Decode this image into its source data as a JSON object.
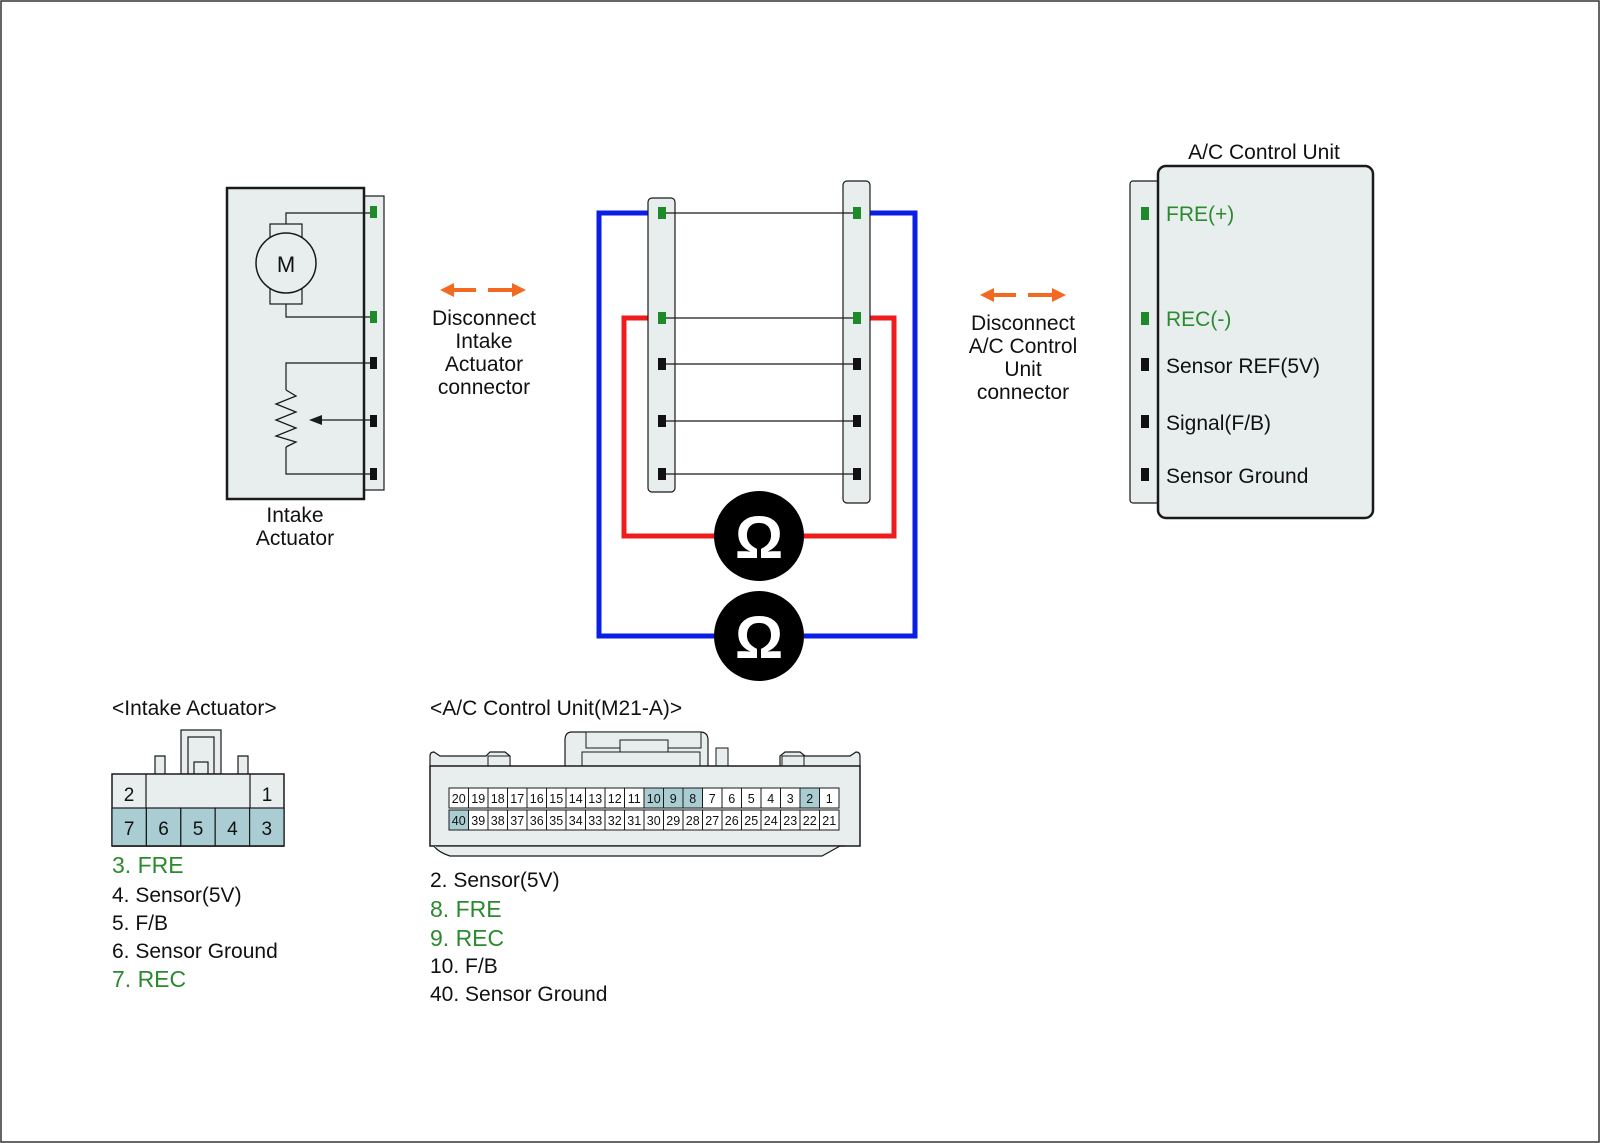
{
  "colors": {
    "box_fill": "#e8eeee",
    "stroke": "#1a1a1a",
    "pin_green": "#1d8a2a",
    "pin_black": "#111111",
    "wire_blue": "#0a1ee6",
    "wire_red": "#ee1c1c",
    "arrow_orange": "#f26a21",
    "text_green": "#2c8a2e",
    "highlight_cell": "#a9cdd3",
    "meter_fill": "#000000"
  },
  "actuator": {
    "motor_symbol": "M",
    "label_line1": "Intake",
    "label_line2": "Actuator"
  },
  "disconnect_left": {
    "line1": "Disconnect",
    "line2": "Intake",
    "line3": "Actuator",
    "line4": "connector"
  },
  "disconnect_right": {
    "line1": "Disconnect",
    "line2": "A/C Control",
    "line3": "Unit",
    "line4": "connector"
  },
  "acu": {
    "title": "A/C Control Unit",
    "pins": [
      {
        "label": "FRE(+)",
        "color": "green"
      },
      {
        "label": "REC(-)",
        "color": "green"
      },
      {
        "label": "Sensor REF(5V)",
        "color": "black"
      },
      {
        "label": "Signal(F/B)",
        "color": "black"
      },
      {
        "label": "Sensor Ground",
        "color": "black"
      }
    ]
  },
  "meters": {
    "symbol": "Ω",
    "icon": "ohmmeter-icon"
  },
  "intake_connector": {
    "title": "<Intake Actuator>",
    "top_row": [
      "2",
      "1"
    ],
    "bottom_row": [
      "7",
      "6",
      "5",
      "4",
      "3"
    ],
    "legend": [
      {
        "text": "3. FRE",
        "color": "green"
      },
      {
        "text": "4. Sensor(5V)",
        "color": "black"
      },
      {
        "text": "5. F/B",
        "color": "black"
      },
      {
        "text": "6. Sensor Ground",
        "color": "black"
      },
      {
        "text": "7. REC",
        "color": "green"
      }
    ]
  },
  "acu_connector": {
    "title": "<A/C Control Unit(M21-A)>",
    "top_row": [
      "20",
      "19",
      "18",
      "17",
      "16",
      "15",
      "14",
      "13",
      "12",
      "11",
      "10",
      "9",
      "8",
      "7",
      "6",
      "5",
      "4",
      "3",
      "2",
      "1"
    ],
    "bottom_row": [
      "40",
      "39",
      "38",
      "37",
      "36",
      "35",
      "34",
      "33",
      "32",
      "31",
      "30",
      "29",
      "28",
      "27",
      "26",
      "25",
      "24",
      "23",
      "22",
      "21"
    ],
    "highlighted": [
      "10",
      "9",
      "8",
      "2",
      "40"
    ],
    "legend": [
      {
        "text": "2. Sensor(5V)",
        "color": "black"
      },
      {
        "text": "8. FRE",
        "color": "green"
      },
      {
        "text": "9. REC",
        "color": "green"
      },
      {
        "text": "10. F/B",
        "color": "black"
      },
      {
        "text": "40. Sensor Ground",
        "color": "black"
      }
    ]
  }
}
